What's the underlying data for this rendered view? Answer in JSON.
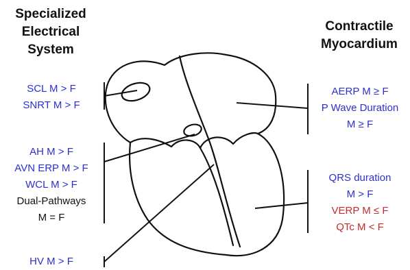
{
  "headings": {
    "left": [
      "Specialized",
      "Electrical",
      "System"
    ],
    "right": [
      "Contractile",
      "Myocardium"
    ]
  },
  "left_labels": {
    "sinus": [
      "SCL M > F",
      "SNRT M > F"
    ],
    "av_node": [
      "AH M > F",
      "AVN ERP M > F",
      "WCL M > F",
      "Dual-Pathways",
      "M = F"
    ],
    "his": [
      "HV M > F"
    ]
  },
  "right_labels": {
    "atria": [
      "AERP M ≥ F",
      "P Wave Duration",
      "M ≥ F"
    ],
    "ventricles": [
      "QRS duration",
      "M > F",
      "VERP M ≤ F",
      "QTc M < F"
    ]
  },
  "colors": {
    "blue": "#2b2fd0",
    "red": "#c62a2a",
    "black": "#111111"
  },
  "icons": [
    "heart-outline"
  ]
}
